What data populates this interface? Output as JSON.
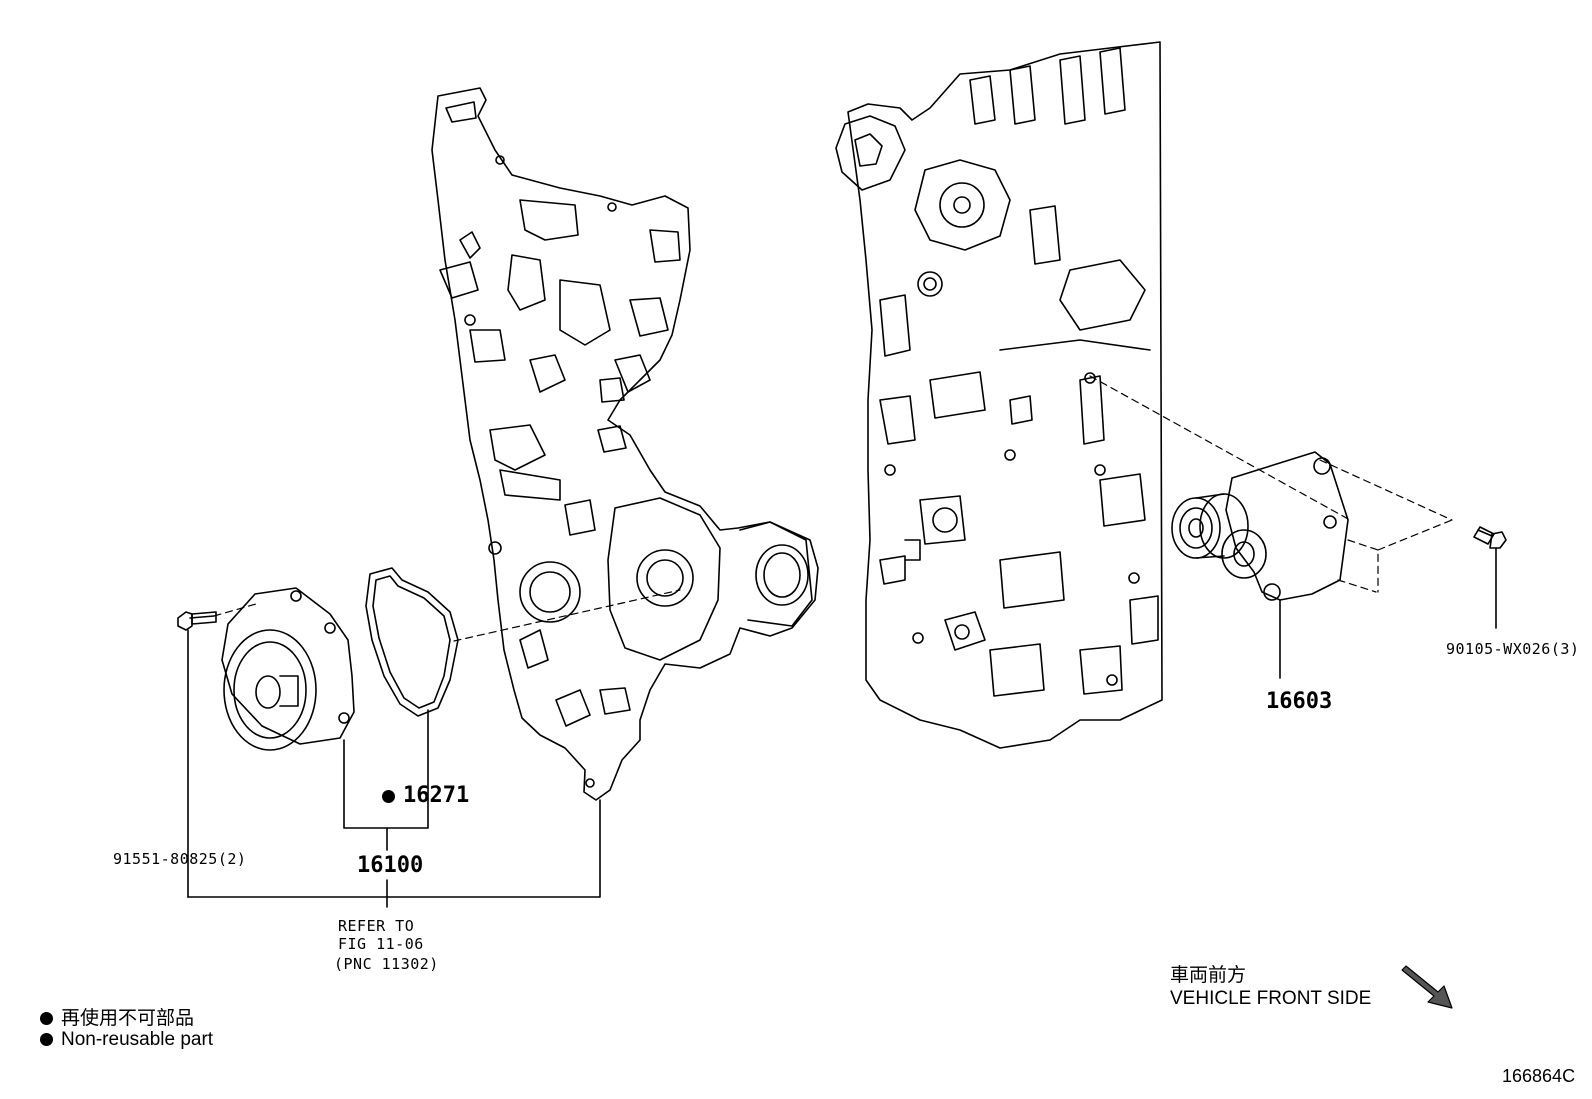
{
  "labels": {
    "bolt_left": "91551-80825(2)",
    "water_pump": "16100",
    "gasket": "16271",
    "bolt_right": "90105-WX026(3)",
    "tensioner": "16603",
    "refer_line1": "REFER TO",
    "refer_line2": "FIG 11-06",
    "refer_line3": "(PNC 11302)"
  },
  "legend": {
    "jp": "再使用不可部品",
    "en": "Non-reusable part"
  },
  "front": {
    "jp": "車両前方",
    "en": "VEHICLE FRONT SIDE"
  },
  "figure_id": "166864C",
  "colors": {
    "line": "#000000",
    "background": "#ffffff"
  }
}
